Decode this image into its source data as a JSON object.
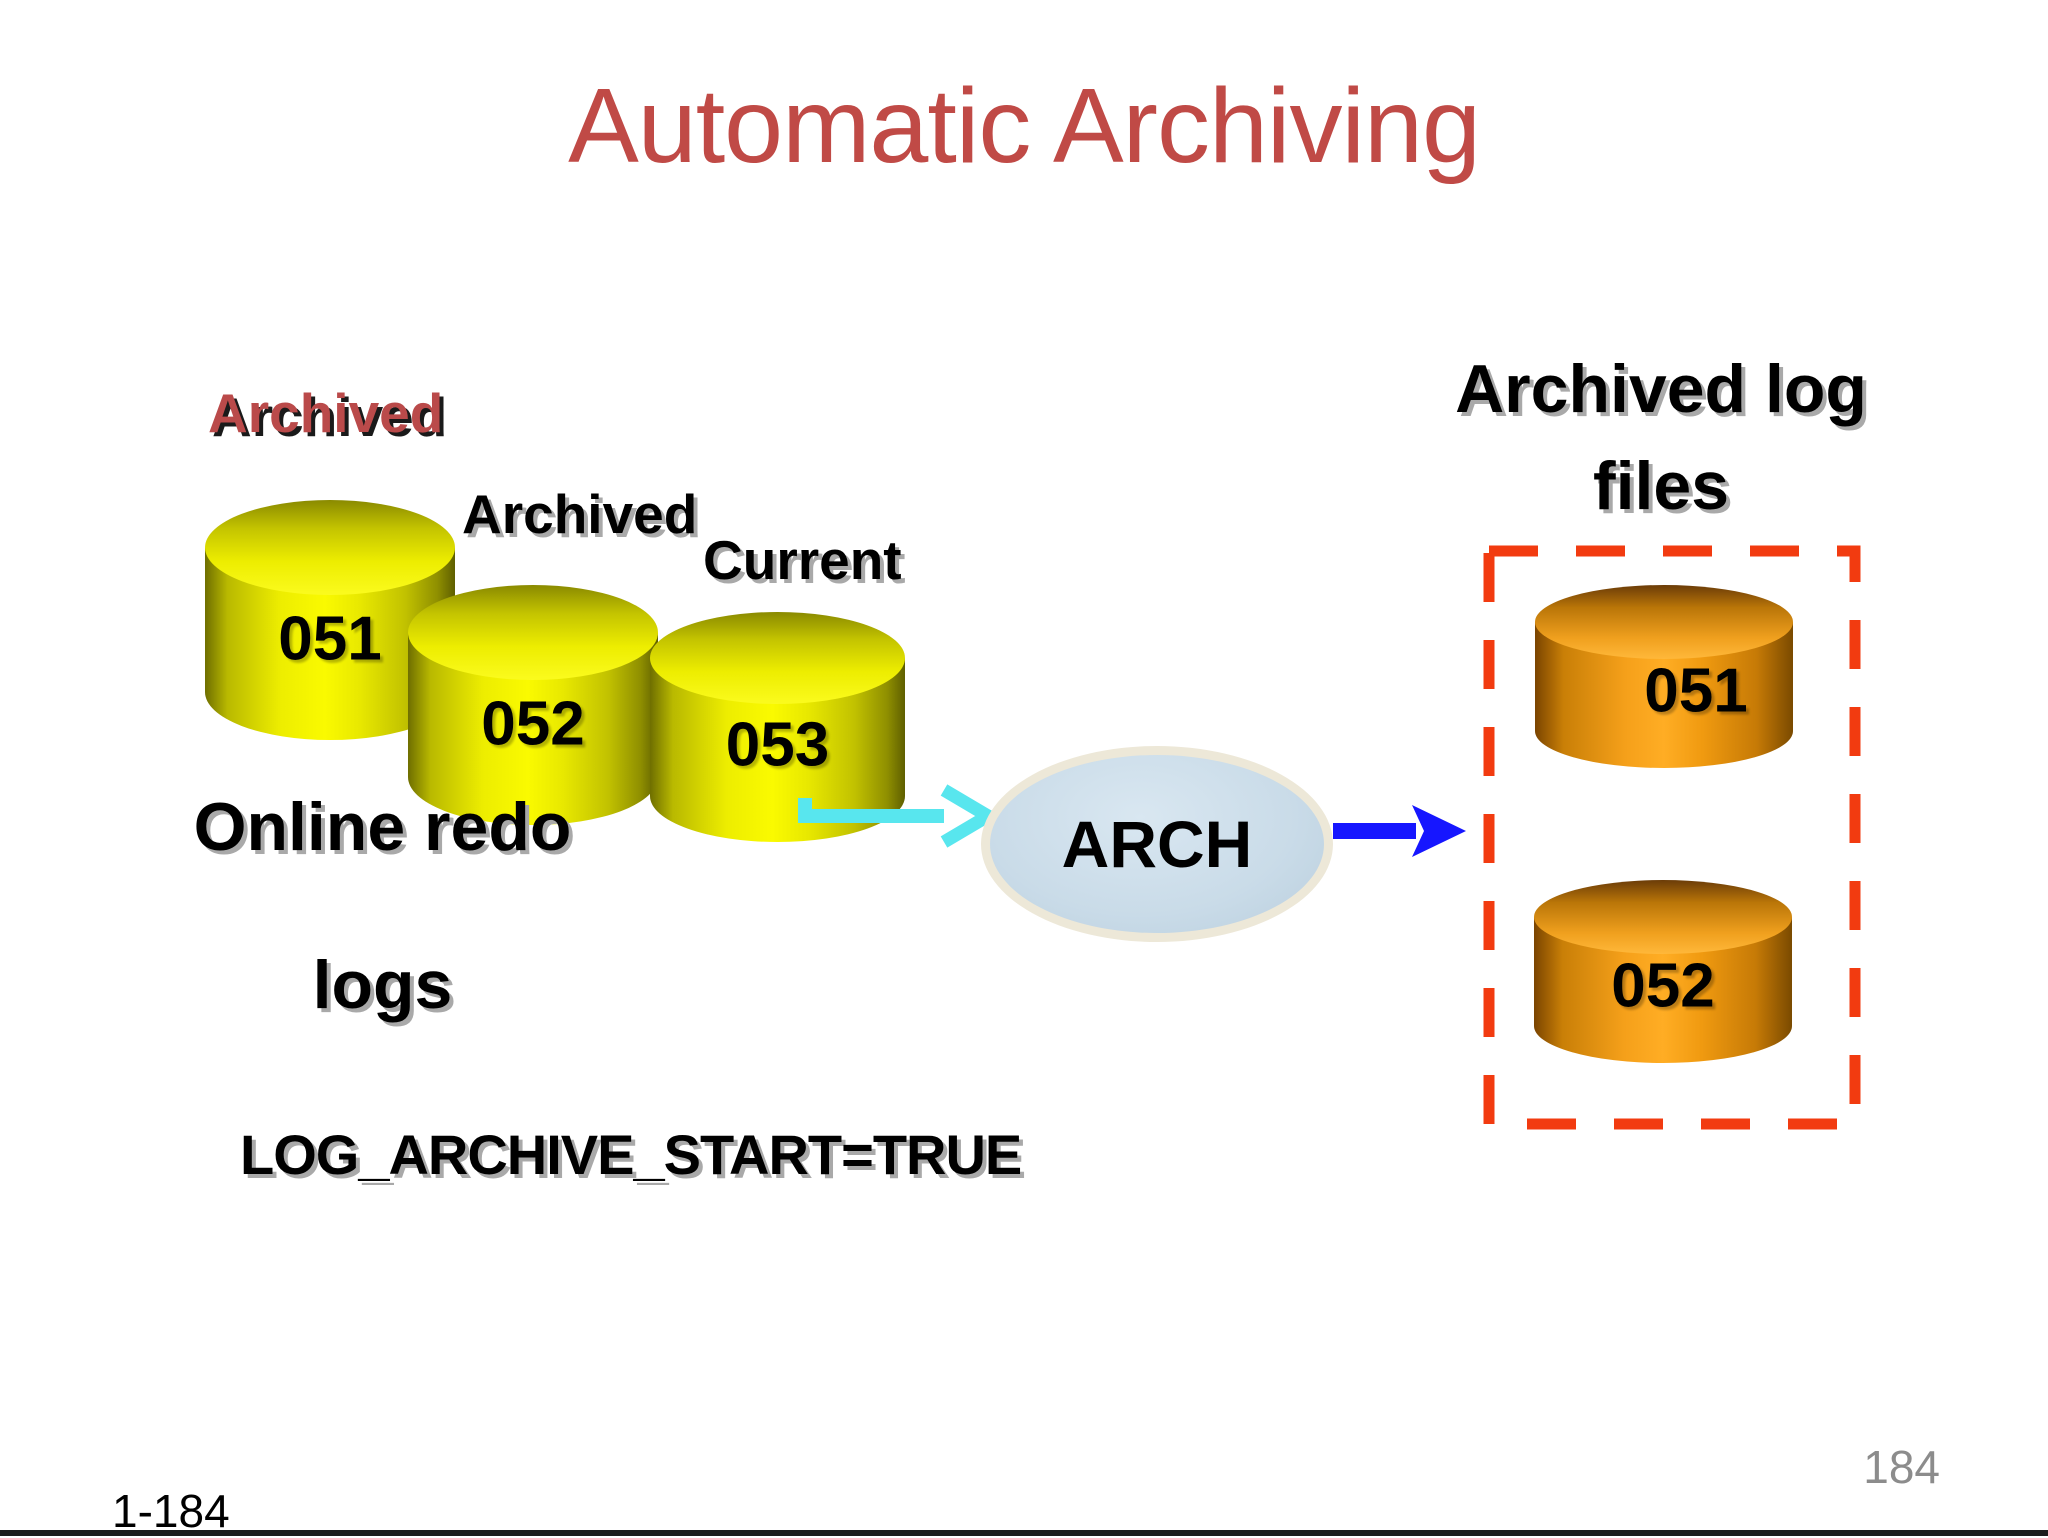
{
  "title": "Automatic Archiving",
  "online_redo": {
    "label_archived_top": "Archived",
    "label_archived_mid": "Archived",
    "label_current": "Current",
    "cylinders": [
      {
        "label": "051"
      },
      {
        "label": "052"
      },
      {
        "label": "053"
      }
    ],
    "caption_line1": "Online redo",
    "caption_line2": "logs"
  },
  "arch_process": {
    "label": "ARCH"
  },
  "archived_files": {
    "heading_line1": "Archived log",
    "heading_line2": "files",
    "cylinders": [
      {
        "label": "051"
      },
      {
        "label": "052"
      }
    ]
  },
  "parameter": "LOG_ARCHIVE_START=TRUE",
  "page_number": "184",
  "footer_page_number": "1-184",
  "colors": {
    "title_red": "#C04A46",
    "archived_label_red": "#BA4A4A",
    "cyan_arrow": "#58E6EE",
    "blue_arrow": "#1616FF",
    "dashed_border": "#F23B10",
    "yellow_cylinder": "#ECEC00",
    "orange_cylinder": "#F0980F",
    "arch_fill": "#C9DBE8",
    "arch_border": "#EDE8D8"
  }
}
